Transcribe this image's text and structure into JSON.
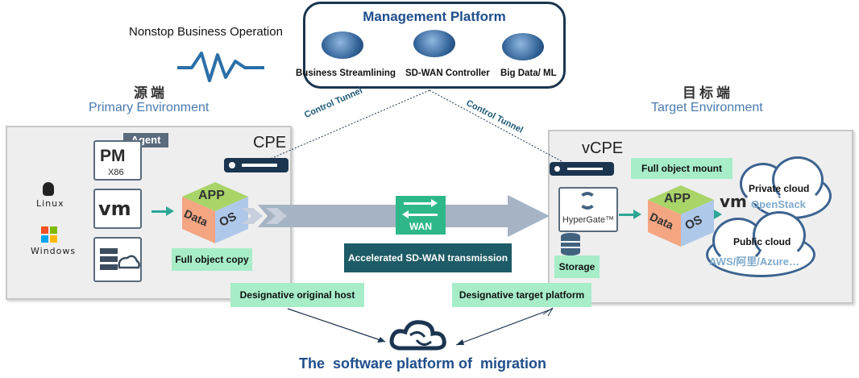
{
  "management": {
    "title": "Management Platform",
    "items": [
      {
        "label": "Business Streamlining",
        "icon": "dashboard-icon"
      },
      {
        "label": "SD-WAN Controller",
        "icon": "cloud-network-icon"
      },
      {
        "label": "Big Data/ ML",
        "icon": "monitor-chart-icon"
      }
    ]
  },
  "nonstop_label": "Nonstop Business Operation",
  "source": {
    "title_cn": "源端",
    "title_en": "Primary Environment",
    "device": "CPE"
  },
  "target": {
    "title_cn": "目标端",
    "title_en": "Target Environment",
    "device": "vCPE"
  },
  "tunnels": {
    "left": "Control Tunnel",
    "right": "Control Tunnel"
  },
  "source_items": {
    "agent": "Agent",
    "pm": "PM",
    "pm_sub": "X86",
    "vm": "vm",
    "os_linux": "Linux",
    "os_windows": "Windows"
  },
  "cube": {
    "top": "APP",
    "left": "Data",
    "right": "OS"
  },
  "wan": {
    "label": "WAN",
    "transmission": "Accelerated SD-WAN transmission"
  },
  "labels": {
    "full_copy": "Full object copy",
    "full_mount": "Full object mount",
    "designative_original": "Designative original host",
    "designative_target": "Designative target platform",
    "storage": "Storage",
    "hypergate": "HyperGate™",
    "vm_target": "vm"
  },
  "clouds": {
    "private": {
      "title": "Private cloud",
      "name": "OpenStack"
    },
    "public": {
      "title": "Public cloud",
      "name": "AWS/阿里/Azure…"
    }
  },
  "bottom_title": "The  software platform of  migration",
  "colors": {
    "navy": "#1b3550",
    "teal": "#1f6b6e",
    "green": "#a6edc8",
    "arrow": "#a5b3c4",
    "accent_blue": "#1f4e8c"
  }
}
